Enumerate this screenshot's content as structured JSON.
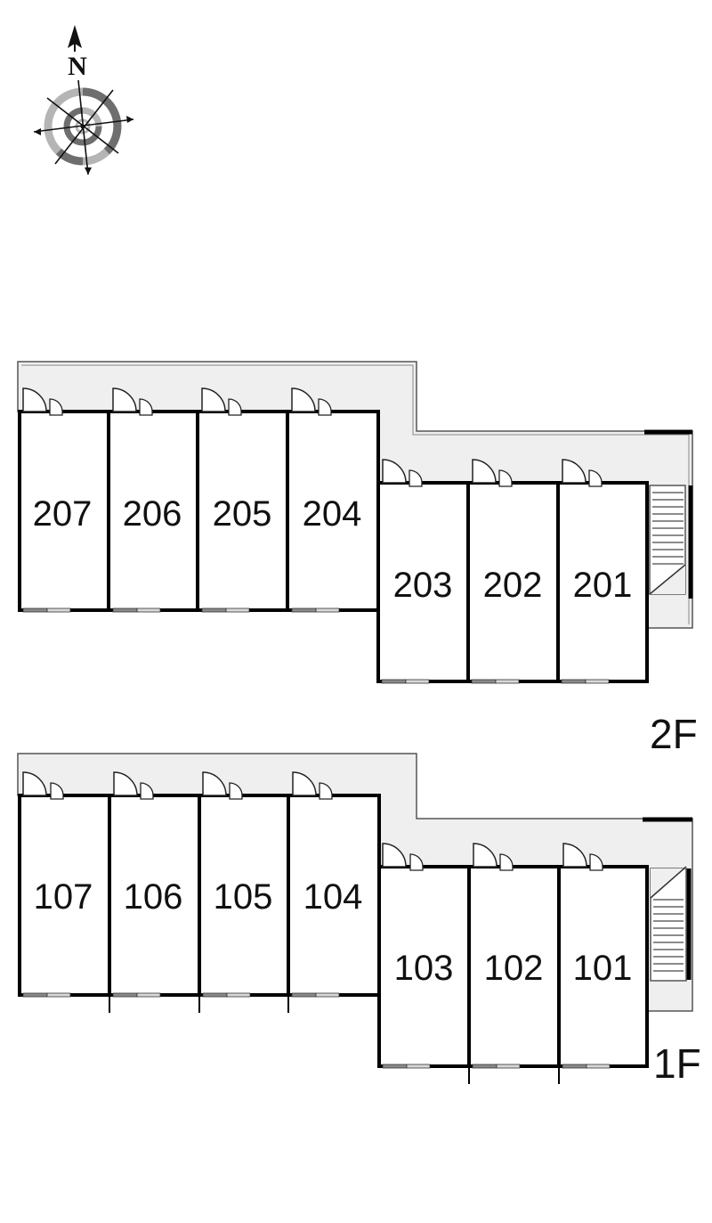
{
  "compass": {
    "label": "N",
    "icon": "north-arrow-compass-icon",
    "ring_colors": [
      "#b5b5b5",
      "#6e6e6e"
    ]
  },
  "colors": {
    "corridor_fill": "#efefef",
    "wall": "#000000",
    "window_dark": "#8a8a8a",
    "window_light": "#d8d8d8"
  },
  "floors": [
    {
      "label": "2F",
      "units_upper": [
        "207",
        "206",
        "205",
        "204"
      ],
      "units_lower": [
        "203",
        "202",
        "201"
      ]
    },
    {
      "label": "1F",
      "units_upper": [
        "107",
        "106",
        "105",
        "104"
      ],
      "units_lower": [
        "103",
        "102",
        "101"
      ]
    }
  ]
}
